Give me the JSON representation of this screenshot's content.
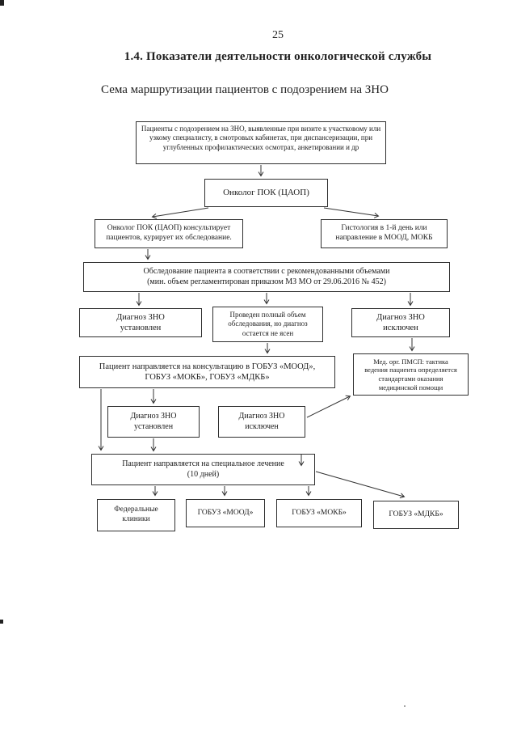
{
  "page": {
    "number": "25",
    "heading": "1.4. Показатели деятельности онкологической службы",
    "subtitle": "Сема маршрутизации пациентов с подозрением на ЗНО"
  },
  "colors": {
    "ink": "#1c1c1c",
    "box_border": "#2f2f2f"
  },
  "flowchart": {
    "suspicion": "Пациенты с подозрением на ЗНО, выявленные при визите к участковому или\nузкому специалисту, в смотровых кабинетах, при диспансеризации, при\nуглубленных профилактических осмотрах, анкетировании и др",
    "oncologist": "Онколог ПОК (ЦАОП)",
    "consult": "Онколог ПОК (ЦАОП) консультирует\nпациентов, курирует их обследование.",
    "histology": "Гистология в 1-й день или\nнаправление в МООД, МОКБ",
    "examination": "Обследование пациента в соответствии с рекомендованными объемами\n(мин. объем регламентирован приказом МЗ МО от 29.06.2016 № 452)",
    "dx_zno_established_1": "Диагноз ЗНО\nустановлен",
    "full_exam_unclear": "Проведен полный объем\nобследования, но диагноз\nостается не ясен",
    "dx_zno_excluded_1": "Диагноз ЗНО\nисключен",
    "referral": "Пациент направляется на консультацию в ГОБУЗ «МООД»,\nГОБУЗ «МОКБ», ГОБУЗ «МДКБ»",
    "pmsp": "Мед. орг. ПМСП: тактика\nведения пациента определяется\nстандартами оказания\nмедицинской помощи",
    "dx_zno_established_2": "Диагноз ЗНО\nустановлен",
    "dx_zno_excluded_2": "Диагноз ЗНО\nисключен",
    "treatment": "Пациент направляется на специальное лечение\n(10 дней)",
    "federal_clinics": "Федеральные\nклиники",
    "mood": "ГОБУЗ «МООД»",
    "mokb": "ГОБУЗ «МОКБ»",
    "mdkb": "ГОБУЗ «МДКБ»"
  }
}
